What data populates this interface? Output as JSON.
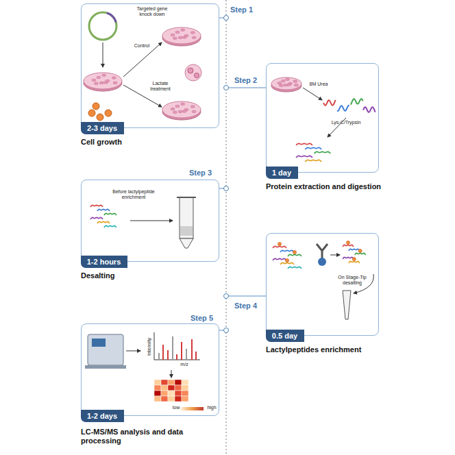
{
  "diagram": {
    "nodes": [
      {
        "text": [
          "Targeted gene knock down",
          "Control",
          "Lactate treatment"
        ]
      },
      {
        "text": [
          "2-3 days"
        ],
        "in": 0
      },
      {
        "text": [
          "8M Urea",
          "Lys-C/Trypsin"
        ]
      },
      {
        "text": [
          "1 day"
        ],
        "in": 2
      },
      {
        "text": [
          "Before lactylpeptide enrichment"
        ]
      },
      {
        "text": [
          "1-2 hours"
        ],
        "in": 4
      },
      {
        "text": [
          "On Stage-Tip desalting"
        ]
      },
      {
        "text": [
          "0.5 day"
        ],
        "in": 6
      },
      {
        "text": [
          "Intensity",
          "m/z",
          "low",
          "high"
        ]
      },
      {
        "text": [
          "1-2 days"
        ],
        "in": 8
      }
    ],
    "labels": [
      "Step 1",
      "Cell growth",
      "Step 2",
      "Protein extraction and digestion",
      "Step 3",
      "Desalting",
      "Step 4",
      "Lactylpeptides enrichment",
      "Step 5",
      "LC-MS/MS analysis and data processing"
    ]
  }
}
